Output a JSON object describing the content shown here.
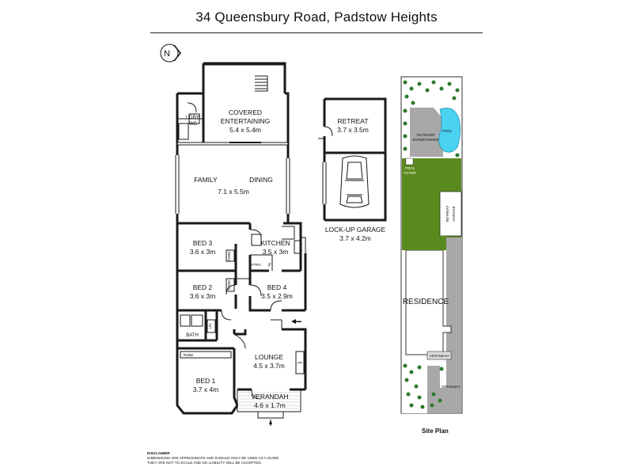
{
  "header": {
    "title": "34 Queensbury Road, Padstow Heights"
  },
  "compass": {
    "letter": "N"
  },
  "rooms": {
    "covered_entertaining": {
      "name_line1": "COVERED",
      "name_line2": "ENTERTAINING",
      "size": "5.4 x 5.4m"
    },
    "laundry_wc": {
      "line1": "L'DRY/",
      "line2": "WC"
    },
    "family": {
      "name": "FAMILY"
    },
    "dining": {
      "name": "DINING",
      "size": "7.1 x 5.5m"
    },
    "bed3": {
      "name": "BED 3",
      "size": "3.6 x 3m"
    },
    "kitchen": {
      "name": "KITCHEN",
      "size": "3.5 x 3m"
    },
    "bed2": {
      "name": "BED 2",
      "size": "3.6 x 3m"
    },
    "bed4": {
      "name": "BED 4",
      "size": "3.5 x 2.9m"
    },
    "bath": {
      "name": "BATH"
    },
    "lounge": {
      "name": "LOUNGE",
      "size": "4.5 x 3.7m"
    },
    "bed1": {
      "name": "BED 1",
      "size": "3.7 x 4m"
    },
    "verandah": {
      "name": "VERANDAH",
      "size": "4.6 x 1.7m"
    },
    "retreat": {
      "name": "RETREAT",
      "size": "3.7 x 3.5m"
    },
    "garage": {
      "name": "LOCK-UP GARAGE",
      "size": "3.7 x 4.2m"
    }
  },
  "fixtures": {
    "robe": "ROBE",
    "lin": "LIN",
    "pty": "PTRY",
    "f": "F",
    "fp": "FP"
  },
  "site_plan": {
    "title": "Site Plan",
    "outdoor_line1": "OUTDOOR",
    "outdoor_line2": "ENTERTAINING",
    "pool": "POOL",
    "pool_filter_line1": "POOL",
    "pool_filter_line2": "FILTER",
    "retreat_garage_line1": "RETREAT",
    "retreat_garage_line2": "GARAGE",
    "residence": "RESIDENCE",
    "verandah": "VERANDAH",
    "driveway": "DRIVEWAY"
  },
  "disclaimer": {
    "heading": "DISCLAIMER",
    "line1": "DIMENSIONS ARE APPROXIMATE AND SHOULD ONLY BE USED AS A GUIDE.",
    "line2": "THEY ARE NOT TO SCALE AND NO LIABILITY WILL BE ACCEPTED."
  },
  "colors": {
    "wall": "#1a1a1a",
    "lawn": "#5a8a1e",
    "paving": "#a8a8a8",
    "pool": "#4ad3f0",
    "tree": "#2d7a2d"
  }
}
